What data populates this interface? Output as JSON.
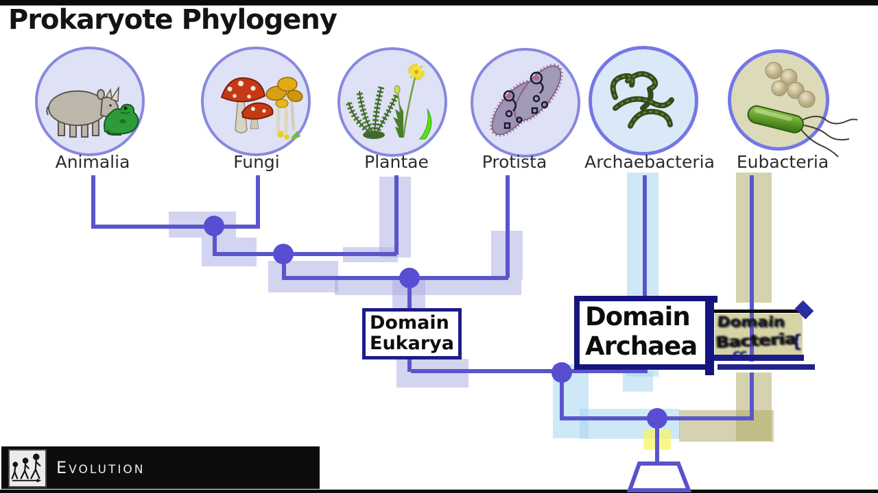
{
  "title": "Prokaryote Phylogeny",
  "kingdoms": [
    {
      "name": "Animalia",
      "icon": "rhino-and-frog"
    },
    {
      "name": "Fungi",
      "icon": "mushrooms"
    },
    {
      "name": "Plantae",
      "icon": "ferns-and-dandelion"
    },
    {
      "name": "Protista",
      "icon": "paramecium-cells"
    },
    {
      "name": "Archaebacteria",
      "icon": "spiral-filaments"
    },
    {
      "name": "Eubacteria",
      "icon": "cocci-and-bacillus"
    }
  ],
  "domains": [
    {
      "line1": "Domain",
      "line2": "Eukarya"
    },
    {
      "line1": "Domain",
      "line2": "Archaea"
    },
    {
      "line1": "Domain",
      "line2": "Bacteria",
      "note": "corrupted/glitched video frame",
      "fragments": [
        "{",
        "cc"
      ]
    }
  ],
  "phylogeny": {
    "type": "cladogram",
    "newick": "(((((Animalia,Fungi),Plantae),Protista)Eukarya,Archaebacteria)x,Eubacteria)Root;",
    "domain_groupings": {
      "Eukarya": [
        "Animalia",
        "Fungi",
        "Plantae",
        "Protista"
      ],
      "Archaea": [
        "Archaebacteria"
      ],
      "Bacteria": [
        "Eubacteria"
      ]
    }
  },
  "footer": {
    "brand": "Evolution"
  },
  "colors": {
    "branch": "#5b55cc",
    "node": "#574ed2",
    "eukarya_trail": "#aaaae2",
    "archaea_trail": "#a8d6f0",
    "bacteria_trail": "#acaa60",
    "root_trail": "#f7f75a",
    "domain_box_border": "#15157e",
    "circle_border": "#8282dd"
  }
}
